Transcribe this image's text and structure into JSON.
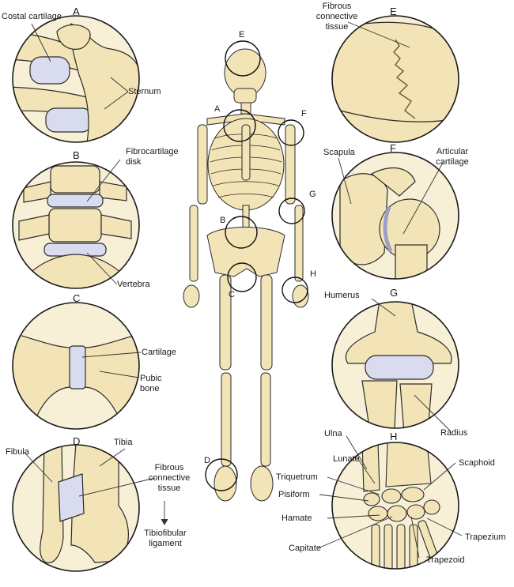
{
  "panel_letters": {
    "a": "A",
    "b": "B",
    "c": "C",
    "d": "D",
    "e": "E",
    "f": "F",
    "g": "G",
    "h": "H"
  },
  "skeleton_markers": {
    "e": "E",
    "a": "A",
    "f": "F",
    "g": "G",
    "b": "B",
    "h": "H",
    "c": "C",
    "d": "D"
  },
  "labels": {
    "costal_cartilage": "Costal cartilage",
    "sternum": "Sternum",
    "fibrocartilage_line1": "Fibrocartilage",
    "fibrocartilage_line2": "disk",
    "vertebra": "Vertebra",
    "cartilage": "Cartilage",
    "pubic_line1": "Pubic",
    "pubic_line2": "bone",
    "fibula": "Fibula",
    "tibia": "Tibia",
    "fct_d_line1": "Fibrous",
    "fct_d_line2": "connective",
    "fct_d_line3": "tissue",
    "tibiofibular_line1": "Tibiofibular",
    "tibiofibular_line2": "ligament",
    "fct_e_line1": "Fibrous",
    "fct_e_line2": "connective",
    "fct_e_line3": "tissue",
    "scapula": "Scapula",
    "articular_line1": "Articular",
    "articular_line2": "cartilage",
    "humerus": "Humerus",
    "ulna": "Ulna",
    "radius": "Radius",
    "lunate": "Lunate",
    "scaphoid": "Scaphoid",
    "triquetrum": "Triquetrum",
    "pisiform": "Pisiform",
    "hamate": "Hamate",
    "trapezium": "Trapezium",
    "capitate": "Capitate",
    "trapezoid": "Trapezoid"
  },
  "colors": {
    "bone": "#f2e4b6",
    "bone_shade": "#ddc78a",
    "cartilage": "#d9dcef",
    "outline": "#2b2b2b",
    "leader": "#333333"
  }
}
